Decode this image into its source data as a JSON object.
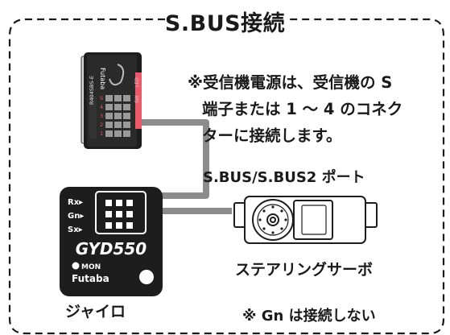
{
  "title": "S.BUS接続",
  "receiver_note": {
    "line1": "※受信機電源は、受信機の S",
    "line2": "端子または 1 ～ 4 のコネク",
    "line3": "ターに接続します。"
  },
  "port_label": "S.BUS/S.BUS2 ポート",
  "servo_label": "ステアリングサーボ",
  "gyro_label": "ジャイロ",
  "gn_note": "※ Gn は接続しない",
  "receiver": {
    "brand": "Futaba",
    "model_code": "R404SBS-E",
    "port_numbers": [
      "S",
      "4",
      "3",
      "2",
      "1"
    ],
    "side_labels": [
      "LED",
      "SW"
    ]
  },
  "gyro": {
    "port_labels": [
      "Rx▸",
      "Gn▸",
      "Sx▸"
    ],
    "model": "GYD550",
    "mon_label": "MON",
    "brand": "Futaba"
  },
  "colors": {
    "cable": "#8c8c8c",
    "device_body": "#1d1d1d",
    "receiver_side": "#ea5a6a"
  }
}
